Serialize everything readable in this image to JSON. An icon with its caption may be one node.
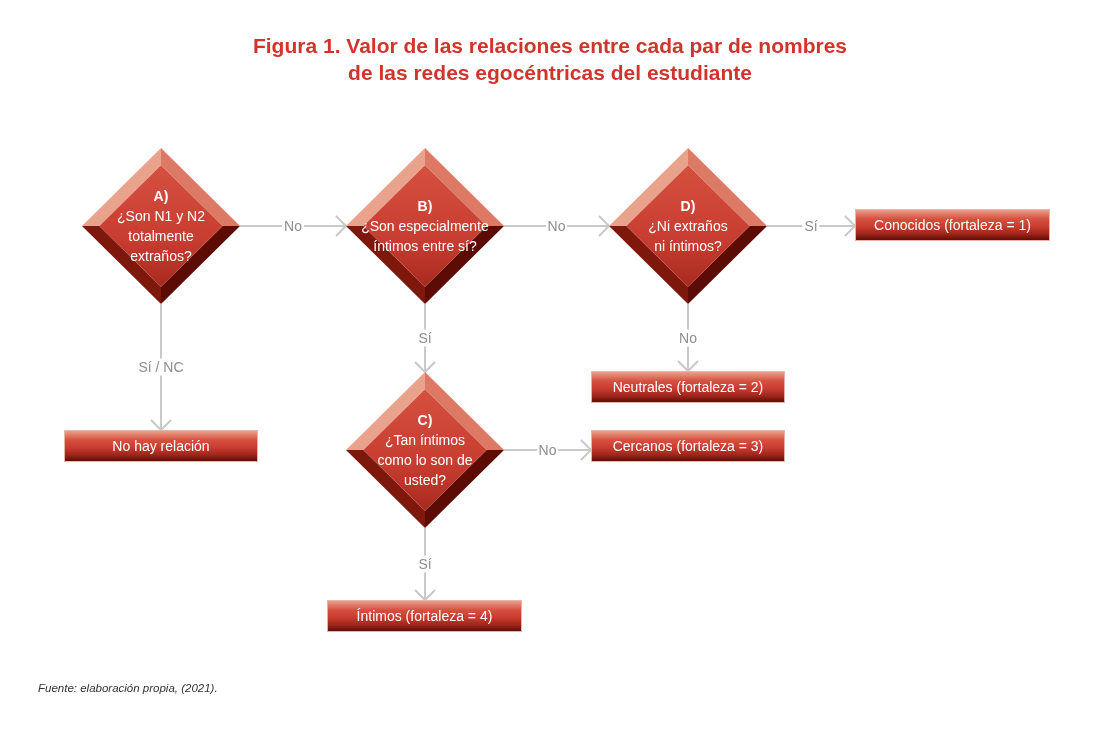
{
  "diagram": {
    "title": "Figura 1. Valor de las relaciones entre cada par de nombres de las redes egocéntricas del estudiante",
    "caption": "Fuente: elaboración propia, (2021).",
    "nodes": [
      {
        "text": [
          "A)",
          "¿Son N1 y N2 totalmente extraños?"
        ]
      },
      {
        "text": [
          "B)",
          "¿Son especialmente íntimos entre sí?"
        ]
      },
      {
        "text": [
          "D)",
          "¿Ni extraños ni íntimos?"
        ]
      },
      {
        "text": [
          "Conocidos (fortaleza = 1)"
        ]
      },
      {
        "text": [
          "Neutrales (fortaleza = 2)"
        ]
      },
      {
        "text": [
          "No hay relación"
        ]
      },
      {
        "text": [
          "C)",
          "¿Tan íntimos como lo son de usted?"
        ]
      },
      {
        "text": [
          "Cercanos (fortaleza = 3)"
        ]
      },
      {
        "text": [
          "Íntimos (fortaleza = 4)"
        ]
      }
    ],
    "edges": [
      {
        "from": 0,
        "to": 1,
        "arrow": "to",
        "label": "No"
      },
      {
        "from": 1,
        "to": 2,
        "arrow": "to",
        "label": "No"
      },
      {
        "from": 2,
        "to": 3,
        "arrow": "to",
        "label": "Sí"
      },
      {
        "from": 0,
        "to": 5,
        "arrow": "to",
        "label": "Sí / NC"
      },
      {
        "from": 1,
        "to": 6,
        "arrow": "to",
        "label": "Sí"
      },
      {
        "from": 2,
        "to": 4,
        "arrow": "to",
        "label": "No"
      },
      {
        "from": 6,
        "to": 7,
        "arrow": "to",
        "label": "No"
      },
      {
        "from": 6,
        "to": 8,
        "arrow": "to",
        "label": "Sí"
      }
    ]
  }
}
